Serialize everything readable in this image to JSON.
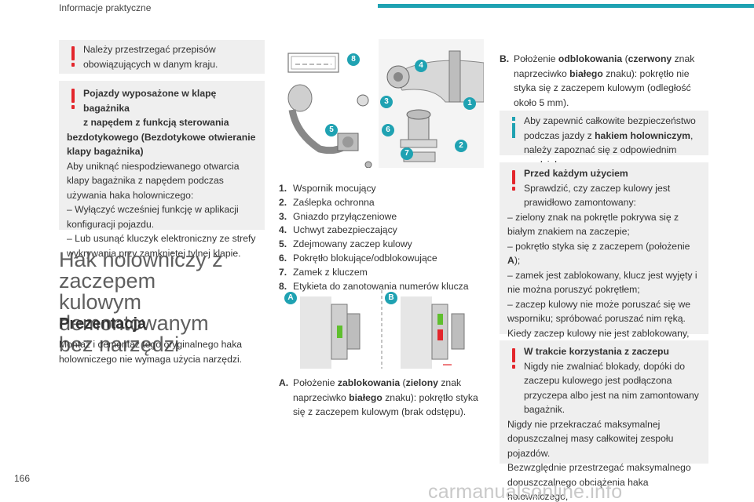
{
  "header": {
    "title": "Informacje praktyczne",
    "accent": "#1fa2b2"
  },
  "page_number": "166",
  "watermark": "carmanualsonline.info",
  "col1": {
    "warn1": "Należy przestrzegać przepisów obowiązujących w danym kraju.",
    "warn2": {
      "title_a": "Pojazdy wyposażone w klapę bagażnika",
      "title_b": "z napędem z funkcją sterowania",
      "title_c": "bezdotykowego (Bezdotykowe otwieranie klapy bagażnika)",
      "body": "Aby uniknąć niespodziewanego otwarcia klapy bagażnika z napędem podczas używania haka holowniczego:",
      "item1": "–  Wyłączyć wcześniej funkcję w aplikacji konfiguracji pojazdu.",
      "item2": "–  Lub usunąć kluczyk elektroniczny ze strefy wykrywania przy zamkniętej tylnej klapie."
    },
    "heading_lines": [
      "Hak holowniczy z zaczepem",
      "kulowym demontowanym",
      "bez narzędzi"
    ],
    "subheading": "Prezentacja",
    "intro": "Montaż i demontaż tego oryginalnego haka holowniczego nie wymaga użycia narzędzi."
  },
  "figure": {
    "callouts": [
      "1",
      "2",
      "3",
      "4",
      "5",
      "6",
      "7",
      "8"
    ],
    "view_labels": [
      "A",
      "B"
    ],
    "callout_color": "#1fa2b2",
    "green": "#5fbf2e",
    "red": "#e3262c"
  },
  "legend": [
    {
      "num": "1.",
      "text": "Wspornik mocujący"
    },
    {
      "num": "2.",
      "text": "Zaślepka ochronna"
    },
    {
      "num": "3.",
      "text": "Gniazdo przyłączeniowe"
    },
    {
      "num": "4.",
      "text": "Uchwyt zabezpieczający"
    },
    {
      "num": "5.",
      "text": "Zdejmowany zaczep kulowy"
    },
    {
      "num": "6.",
      "text": "Pokrętło blokujące/odblokowujące"
    },
    {
      "num": "7.",
      "text": "Zamek z kluczem"
    },
    {
      "num": "8.",
      "text": "Etykieta do zanotowania numerów klucza"
    }
  ],
  "pos_a": {
    "label": "A.",
    "t1": "Położenie ",
    "b1": "zablokowania",
    "t2": " (",
    "b2": "zielony",
    "t3": " znak naprzeciwko ",
    "b3": "białego",
    "t4": " znaku): pokrętło styka się z zaczepem kulowym (brak odstępu)."
  },
  "pos_b": {
    "label": "B.",
    "t1": "Położenie ",
    "b1": "odblokowania",
    "t2": " (",
    "b2": "czerwony",
    "t3": " znak naprzeciwko ",
    "b3": "białego",
    "t4": " znaku): pokrętło nie styka się z zaczepem kulowym (odległość około 5 mm)."
  },
  "info": {
    "t1": "Aby zapewnić całkowite bezpieczeństwo podczas jazdy z ",
    "b1": "hakiem holowniczym",
    "t2": ", należy zapoznać się z odpowiednim rozdziałem."
  },
  "warn3": {
    "title": "Przed każdym użyciem",
    "first": "Sprawdzić, czy zaczep kulowy jest prawidłowo zamontowany:",
    "item1": "–  zielony znak na pokrętle pokrywa się z białym znakiem na zaczepie;",
    "item2a": "–  pokrętło styka się z zaczepem (położenie ",
    "item2b": "A",
    "item2c": ");",
    "item3": "–  zamek jest zablokowany, klucz jest wyjęty i nie można poruszyć pokrętłem;",
    "item4": "–  zaczep kulowy nie może poruszać się we wsporniku; spróbować poruszać nim ręką.",
    "last": "Kiedy zaczep kulowy nie jest zablokowany, istnieje ryzyko odłączenia się przyczepy, co grozi wypadkiem!"
  },
  "warn4": {
    "title": "W trakcie korzystania z zaczepu",
    "first": "Nigdy nie zwalniać blokady, dopóki do zaczepu kulowego jest podłączona przyczepa albo jest na nim zamontowany bagażnik.",
    "p2": "Nigdy nie przekraczać maksymalnej dopuszczalnej masy całkowitej zespołu pojazdów.",
    "p3": "Bezwzględnie przestrzegać maksymalnego dopuszczalnego obciążenia haka holowniczego,"
  }
}
